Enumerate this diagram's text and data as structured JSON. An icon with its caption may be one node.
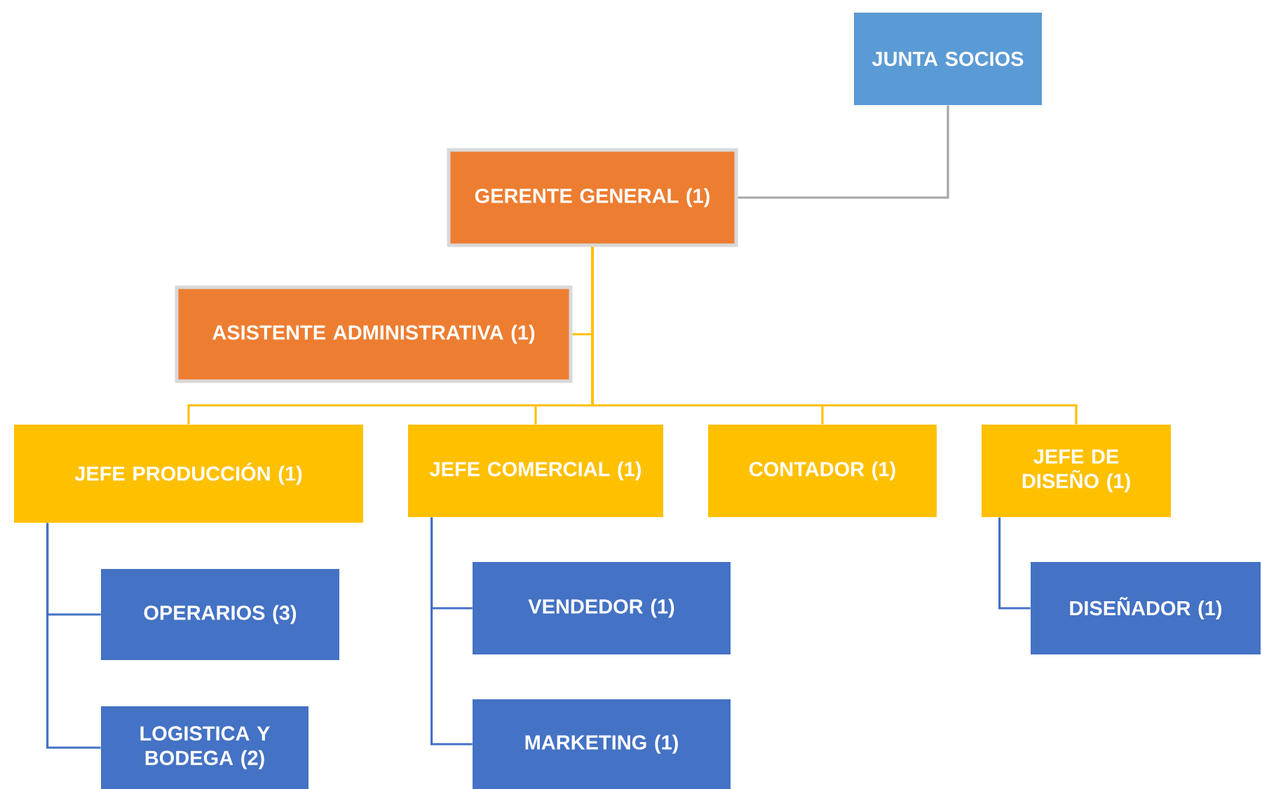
{
  "diagram": {
    "nodes": [
      {
        "text": [
          "JUNTA SOCIOS"
        ]
      },
      {
        "text": [
          "GERENTE GENERAL (1)"
        ]
      },
      {
        "text": [
          "ASISTENTE ADMINISTRATIVA (1)"
        ]
      },
      {
        "text": [
          "JEFE PRODUCCIÓN (1)"
        ]
      },
      {
        "text": [
          "JEFE COMERCIAL (1)"
        ]
      },
      {
        "text": [
          "CONTADOR (1)"
        ]
      },
      {
        "text": [
          "JEFE DE DISEÑO (1)"
        ]
      },
      {
        "text": [
          "OPERARIOS (3)"
        ]
      },
      {
        "text": [
          "LOGISTICA Y BODEGA (2)"
        ]
      },
      {
        "text": [
          "VENDEDOR (1)"
        ]
      },
      {
        "text": [
          "MARKETING (1)"
        ]
      },
      {
        "text": [
          "DISEÑADOR (1)"
        ]
      }
    ],
    "edges": [
      {
        "from": 0,
        "to": 1,
        "arrow": "none",
        "color": "#a5a5a5"
      },
      {
        "from": 1,
        "to": 2,
        "arrow": "none",
        "color": "#ffc000"
      },
      {
        "from": 1,
        "to": 3,
        "arrow": "none",
        "color": "#ffc000"
      },
      {
        "from": 1,
        "to": 4,
        "arrow": "none",
        "color": "#ffc000"
      },
      {
        "from": 1,
        "to": 5,
        "arrow": "none",
        "color": "#ffc000"
      },
      {
        "from": 1,
        "to": 6,
        "arrow": "none",
        "color": "#ffc000"
      },
      {
        "from": 3,
        "to": 7,
        "arrow": "none",
        "color": "#4472c4"
      },
      {
        "from": 3,
        "to": 8,
        "arrow": "none",
        "color": "#4472c4"
      },
      {
        "from": 4,
        "to": 9,
        "arrow": "none",
        "color": "#4472c4"
      },
      {
        "from": 4,
        "to": 10,
        "arrow": "none",
        "color": "#4472c4"
      },
      {
        "from": 6,
        "to": 11,
        "arrow": "none",
        "color": "#4472c4"
      }
    ]
  }
}
